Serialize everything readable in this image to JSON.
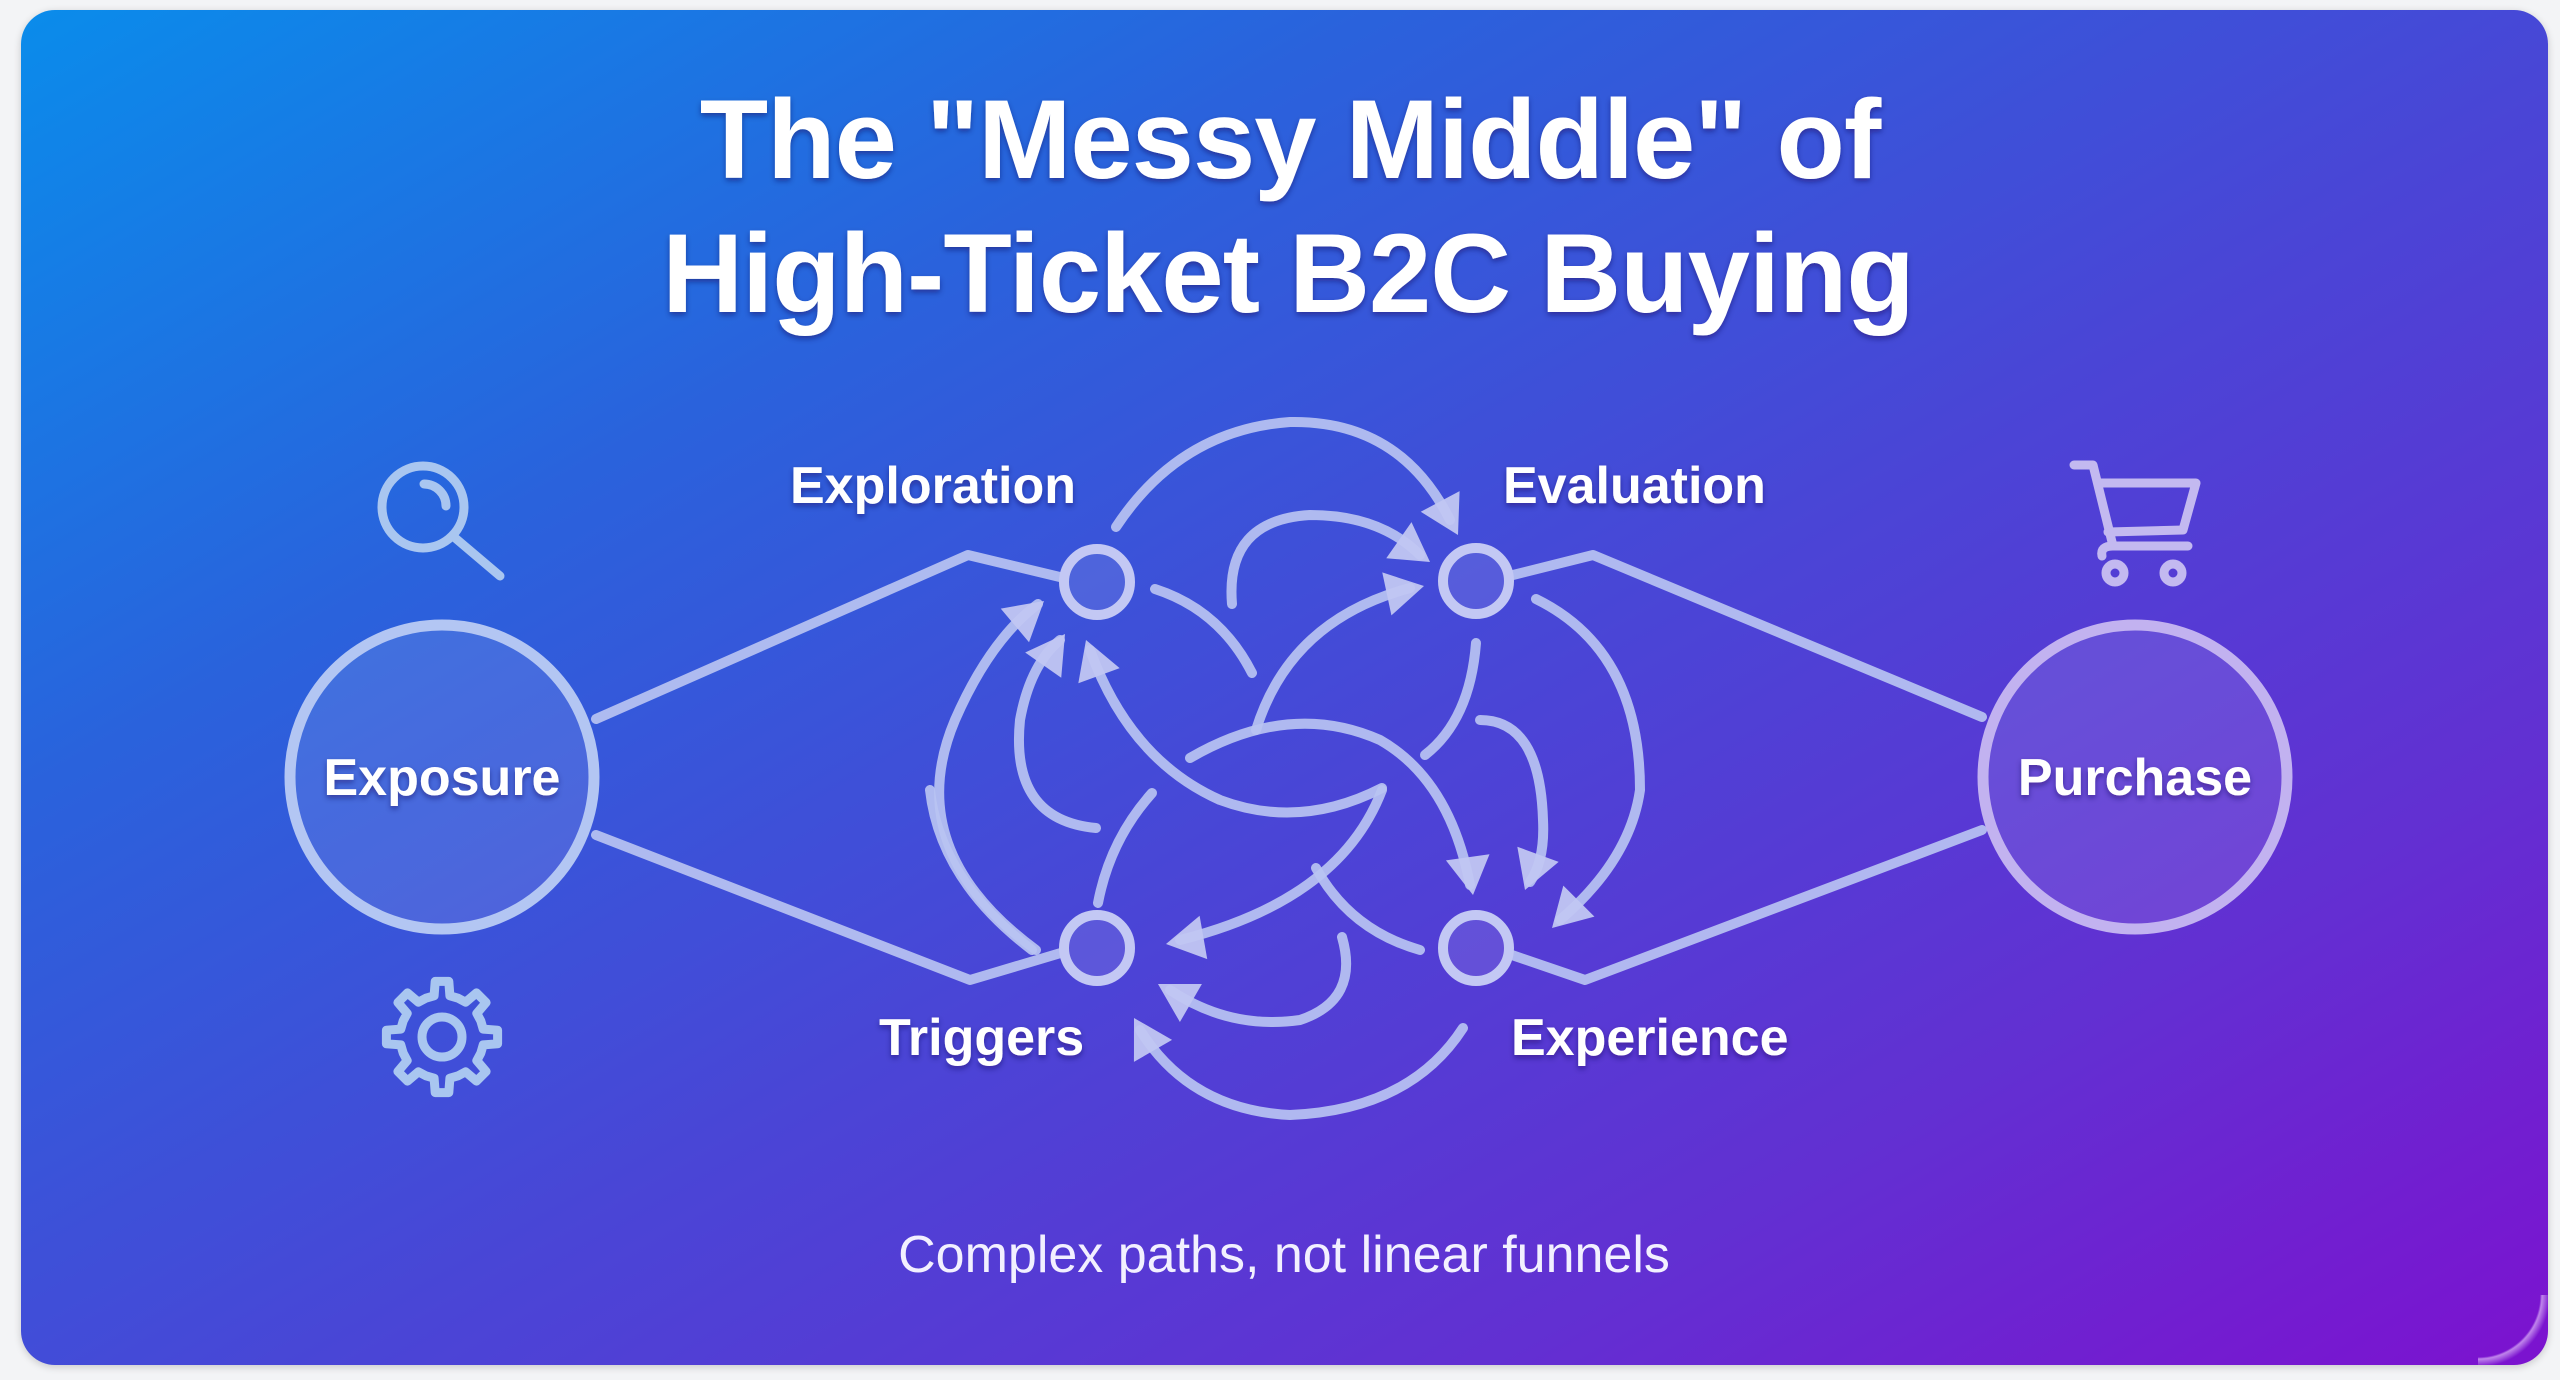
{
  "title": {
    "line1": "The \"Messy Middle\" of",
    "line2": "High-Ticket B2C Buying"
  },
  "endpoints": {
    "start": {
      "label": "Exposure",
      "icons": [
        "search-icon",
        "gear-icon"
      ]
    },
    "end": {
      "label": "Purchase",
      "icons": [
        "shopping-cart-icon"
      ]
    }
  },
  "stages": [
    {
      "id": "exploration",
      "label": "Exploration"
    },
    {
      "id": "evaluation",
      "label": "Evaluation"
    },
    {
      "id": "triggers",
      "label": "Triggers"
    },
    {
      "id": "experience",
      "label": "Experience"
    }
  ],
  "connections": [
    {
      "from": "exposure",
      "to": "exploration"
    },
    {
      "from": "exposure",
      "to": "triggers"
    },
    {
      "from": "evaluation",
      "to": "purchase"
    },
    {
      "from": "experience",
      "to": "purchase"
    }
  ],
  "loops": [
    {
      "from": "exploration",
      "to": "evaluation"
    },
    {
      "from": "exploration",
      "to": "evaluation"
    },
    {
      "from": "triggers",
      "to": "evaluation"
    },
    {
      "from": "triggers",
      "to": "exploration"
    },
    {
      "from": "triggers",
      "to": "exploration"
    },
    {
      "from": "experience",
      "to": "exploration"
    },
    {
      "from": "exploration",
      "to": "experience"
    },
    {
      "from": "evaluation",
      "to": "experience"
    },
    {
      "from": "evaluation",
      "to": "experience"
    },
    {
      "from": "evaluation",
      "to": "triggers"
    },
    {
      "from": "experience",
      "to": "triggers"
    },
    {
      "from": "experience",
      "to": "triggers"
    }
  ],
  "caption": "Complex paths, not linear funnels",
  "colors": {
    "gradient_start": "#0a8ceb",
    "gradient_end": "#7c12cf",
    "line": "#b9c3f2",
    "text": "#ffffff"
  }
}
